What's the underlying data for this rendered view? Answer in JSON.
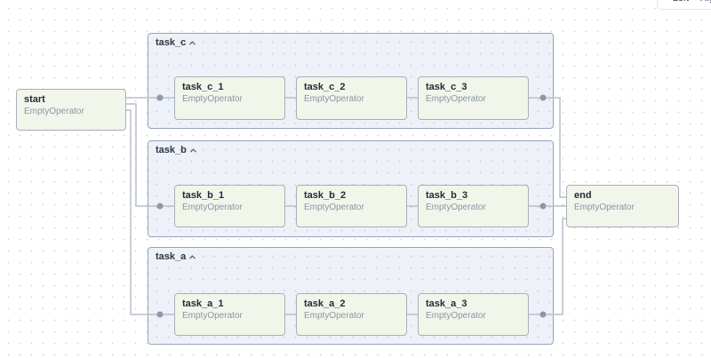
{
  "toolbar": {
    "layout_direction_label": "Left > Right"
  },
  "dag": {
    "start": {
      "title": "start",
      "operator": "EmptyOperator"
    },
    "end": {
      "title": "end",
      "operator": "EmptyOperator"
    },
    "groups": [
      {
        "label": "task_c",
        "collapse_icon": "chevron-up",
        "tasks": [
          {
            "title": "task_c_1",
            "operator": "EmptyOperator"
          },
          {
            "title": "task_c_2",
            "operator": "EmptyOperator"
          },
          {
            "title": "task_c_3",
            "operator": "EmptyOperator"
          }
        ]
      },
      {
        "label": "task_b",
        "collapse_icon": "chevron-up",
        "tasks": [
          {
            "title": "task_b_1",
            "operator": "EmptyOperator"
          },
          {
            "title": "task_b_2",
            "operator": "EmptyOperator"
          },
          {
            "title": "task_b_3",
            "operator": "EmptyOperator"
          }
        ]
      },
      {
        "label": "task_a",
        "collapse_icon": "chevron-up",
        "tasks": [
          {
            "title": "task_a_1",
            "operator": "EmptyOperator"
          },
          {
            "title": "task_a_2",
            "operator": "EmptyOperator"
          },
          {
            "title": "task_a_3",
            "operator": "EmptyOperator"
          }
        ]
      }
    ]
  },
  "colors": {
    "node_fill": "#f1f5ea",
    "node_border": "#a9b0b7",
    "group_fill": "#eef2f8",
    "group_border": "#96a3bd",
    "edge": "#b7bfca",
    "junction_dot": "#8f98a8",
    "grid_dot": "#d8dadc"
  }
}
